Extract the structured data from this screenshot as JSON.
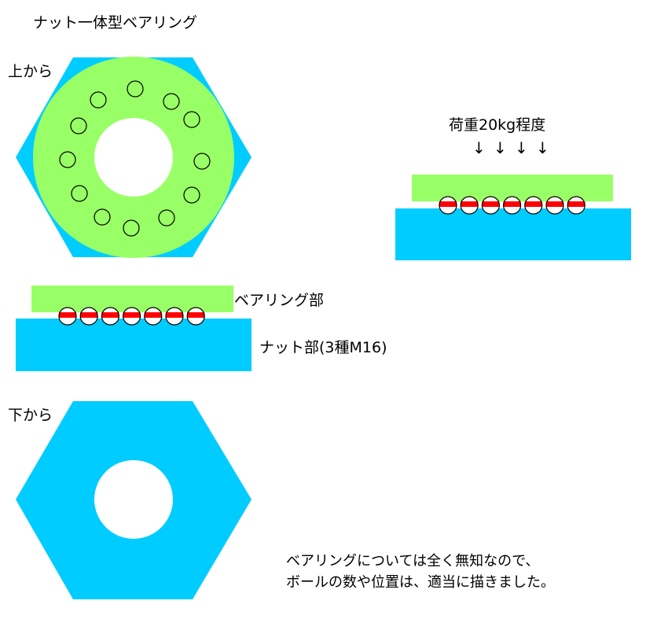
{
  "title": "ナット一体型ベアリング",
  "top_view_label": "上から",
  "bottom_view_label": "下から",
  "load_label": "荷重20kg程度",
  "bearing_part_label": "ベアリング部",
  "nut_part_label": "ナット部(3種M16)",
  "note_lines": [
    "ベアリングについては全く無知なので、",
    "ボールの数や位置は、適当に描きました。"
  ],
  "arrow_glyph": "↓",
  "colors": {
    "nut": "#00ccff",
    "bearing": "#99ff66",
    "ball_contact": "#ff0000"
  }
}
